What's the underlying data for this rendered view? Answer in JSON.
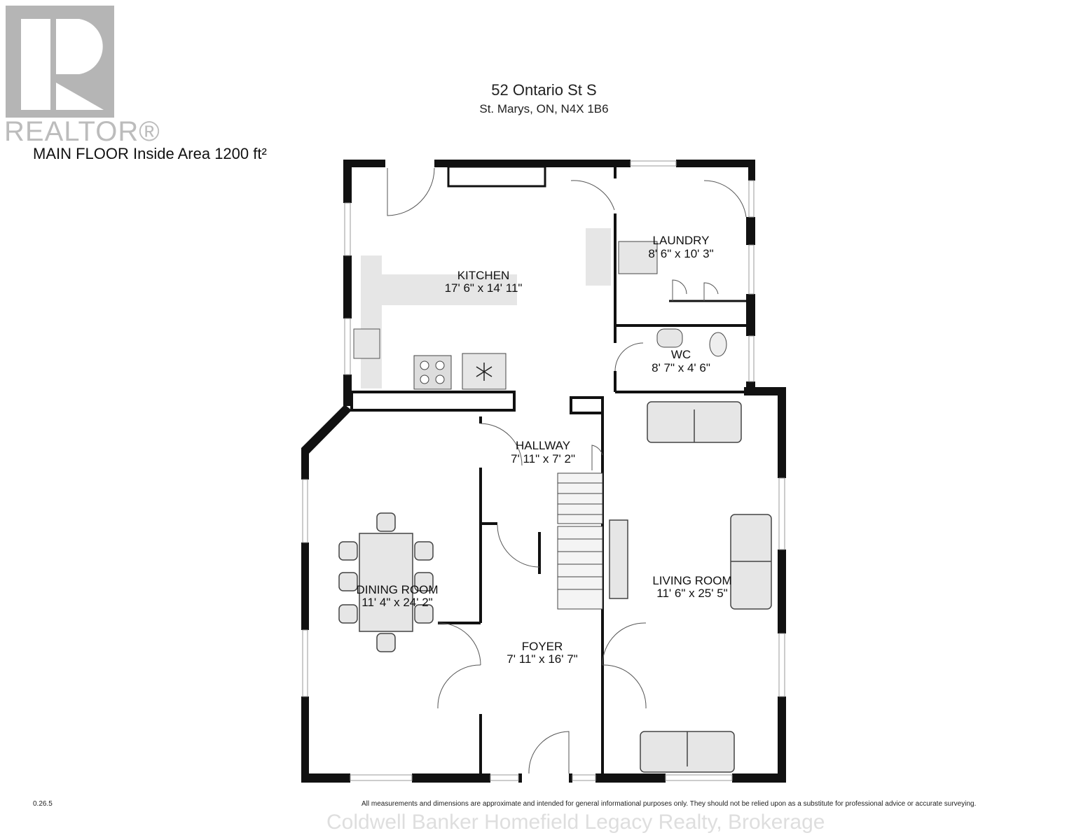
{
  "logo": {
    "text": "REALTOR®",
    "color": "#b5b5b5"
  },
  "floor_title": "MAIN FLOOR Inside Area 1200 ft²",
  "address": {
    "line1": "52 Ontario St S",
    "line2": "St. Marys, ON, N4X 1B6"
  },
  "rooms": [
    {
      "name": "KITCHEN",
      "dims": "17' 6\" x 14' 11\""
    },
    {
      "name": "LAUNDRY",
      "dims": "8' 6\" x 10' 3\""
    },
    {
      "name": "WC",
      "dims": "8' 7\" x 4' 6\""
    },
    {
      "name": "HALLWAY",
      "dims": "7' 11\" x 7' 2\""
    },
    {
      "name": "DINING ROOM",
      "dims": "11' 4\" x 24' 2\""
    },
    {
      "name": "LIVING ROOM",
      "dims": "11' 6\" x 25' 5\""
    },
    {
      "name": "FOYER",
      "dims": "7' 11\" x 16' 7\""
    }
  ],
  "version": "0.26.5",
  "watermark": "Coldwell Banker Homefield Legacy Realty, Brokerage",
  "disclaimer": "All measurements and dimensions are approximate and intended for general informational purposes only. They should not be relied upon as a substitute for professional advice or accurate surveying.",
  "colors": {
    "wall": "#111111",
    "fixture": "#e6e6e6"
  }
}
